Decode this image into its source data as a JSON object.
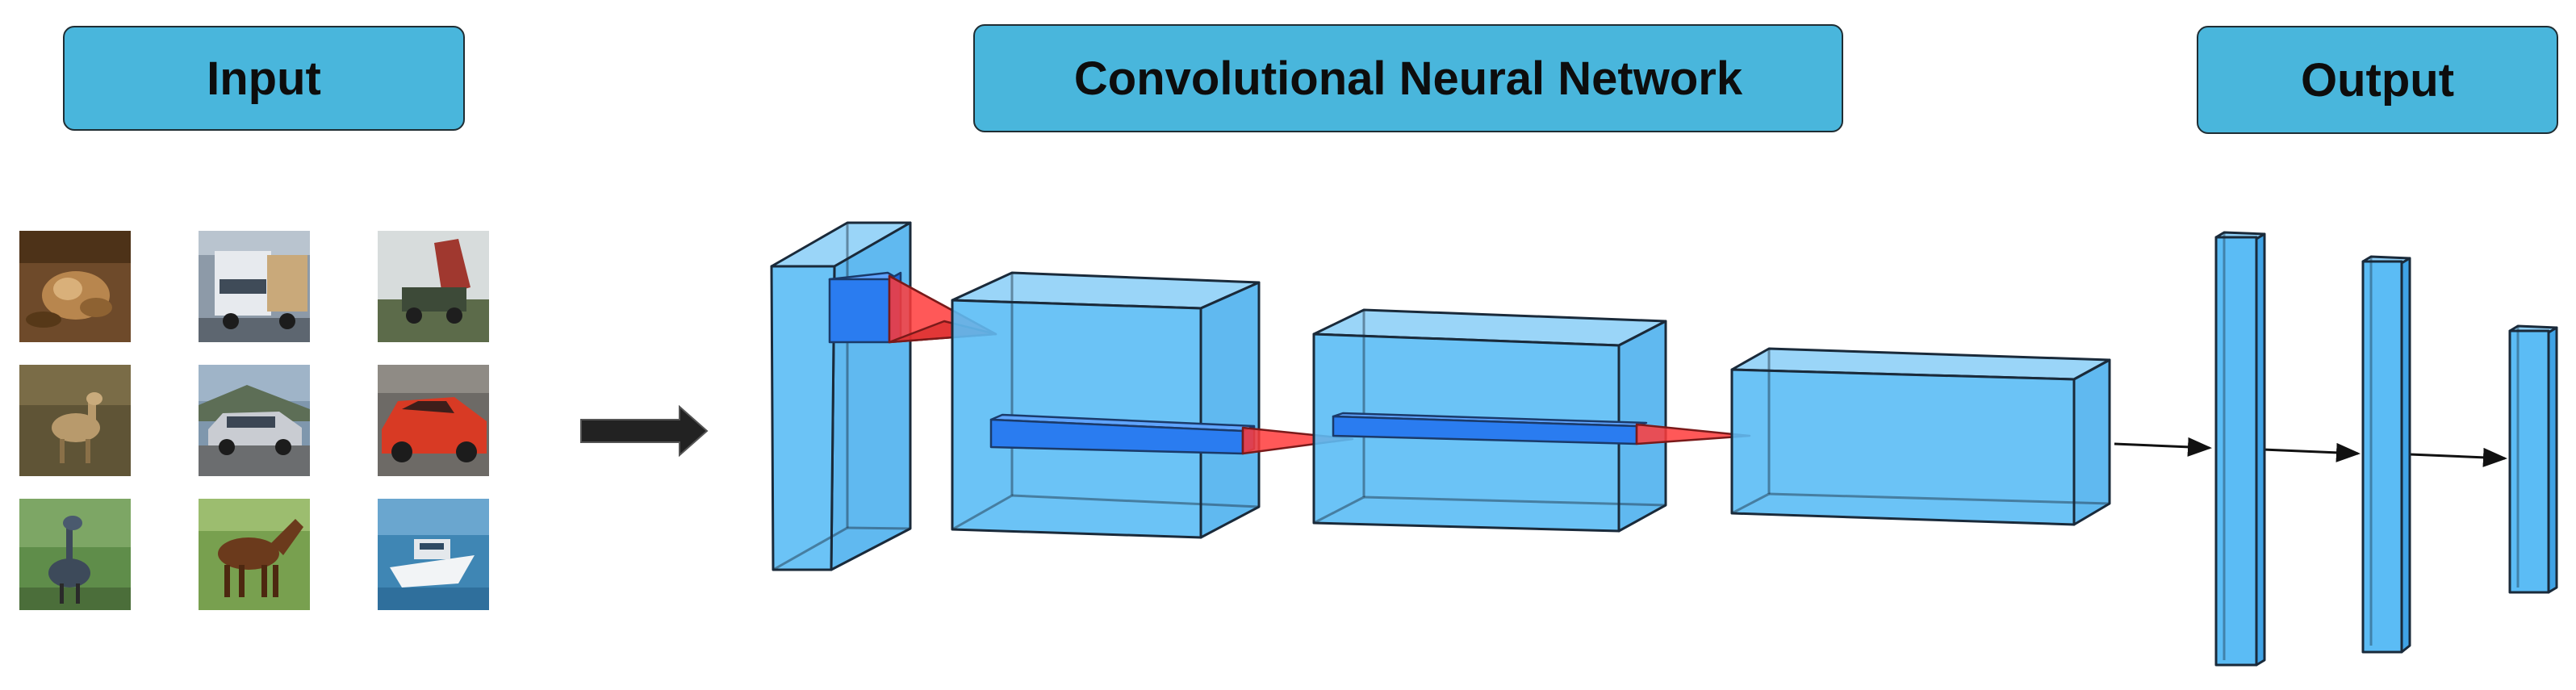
{
  "headers": {
    "input": "Input",
    "cnn": "Convolutional Neural Network",
    "output": "Output"
  },
  "colors": {
    "header_fill": "#49b6dc",
    "header_border": "#1f2d33",
    "layer_fill": "#5bbcf5",
    "kernel_fill": "#2a7cf0",
    "projection_fill": "#ff3b3b",
    "arrow": "#222222"
  },
  "input_images": [
    {
      "subject": "frog"
    },
    {
      "subject": "truck"
    },
    {
      "subject": "truck"
    },
    {
      "subject": "deer"
    },
    {
      "subject": "car"
    },
    {
      "subject": "car"
    },
    {
      "subject": "bird"
    },
    {
      "subject": "horse"
    },
    {
      "subject": "ship"
    }
  ]
}
